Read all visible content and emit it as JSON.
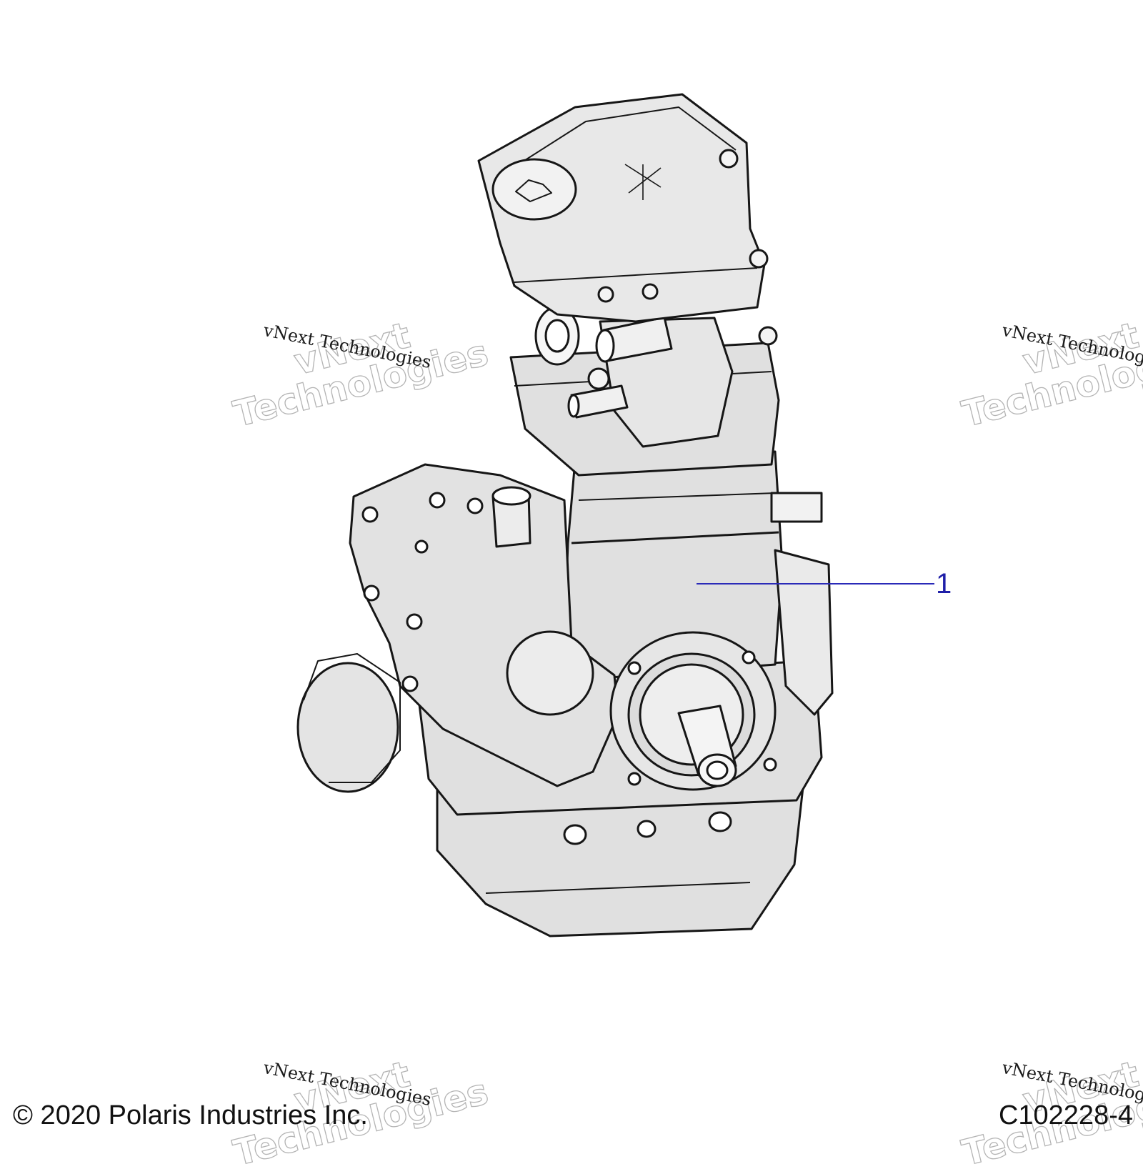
{
  "diagram": {
    "callout": {
      "label": "1"
    },
    "watermark": {
      "small_text": "vNext Technologies",
      "large_line1": "vNext",
      "large_line2": "Technologies"
    },
    "footer": {
      "copyright": "© 2020 Polaris Industries Inc.",
      "figure_id": "C102228-4"
    }
  }
}
